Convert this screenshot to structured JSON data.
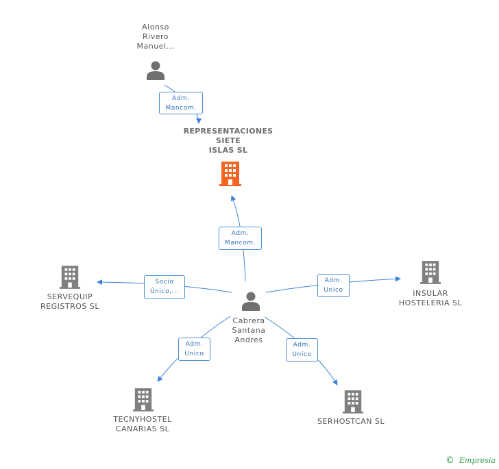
{
  "colors": {
    "edge": "#3b82d9",
    "edge_label_text": "#2f6fb5",
    "person_icon": "#707070",
    "company_icon": "#808080",
    "main_company_icon": "#f26522",
    "brand": "#3a9d4a"
  },
  "nodes": {
    "alonso": {
      "label": "Alonso\nRivero\nManuel...",
      "icon": "person-icon"
    },
    "main": {
      "label": "REPRESENTACIONES\nSIETE\nISLAS SL",
      "icon": "building-icon"
    },
    "cabrera": {
      "label": "Cabrera\nSantana\nAndres",
      "icon": "person-icon"
    },
    "servequip": {
      "label": "SERVEQUIP\nREGISTROS  SL",
      "icon": "building-icon"
    },
    "insular": {
      "label": "INSULAR\nHOSTELERIA SL",
      "icon": "building-icon"
    },
    "tecnyhostel": {
      "label": "TECNYHOSTEL\nCANARIAS SL",
      "icon": "building-icon"
    },
    "serhostcan": {
      "label": "SERHOSTCAN SL",
      "icon": "building-icon"
    }
  },
  "edges": {
    "alonso_main": "Adm.\nMancom.",
    "cabrera_main": "Adm.\nMancom.",
    "cabrera_servequip": "Socio\nÚnico,...",
    "cabrera_insular": "Adm.\nUnico",
    "cabrera_tecnyhostel": "Adm.\nUnico",
    "cabrera_serhostcan": "Adm.\nUnico"
  },
  "footer": {
    "copyright_symbol": "©",
    "brand": "Empresia"
  }
}
